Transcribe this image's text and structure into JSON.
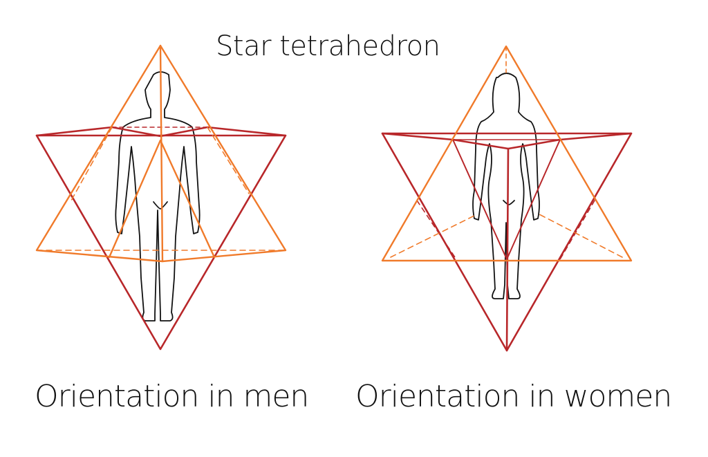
{
  "title": "Star tetrahedron",
  "captions": {
    "men": "Orientation in men",
    "women": "Orientation in women"
  },
  "colors": {
    "orange": "#f07a2a",
    "red": "#b8272a",
    "figure": "#111111"
  }
}
